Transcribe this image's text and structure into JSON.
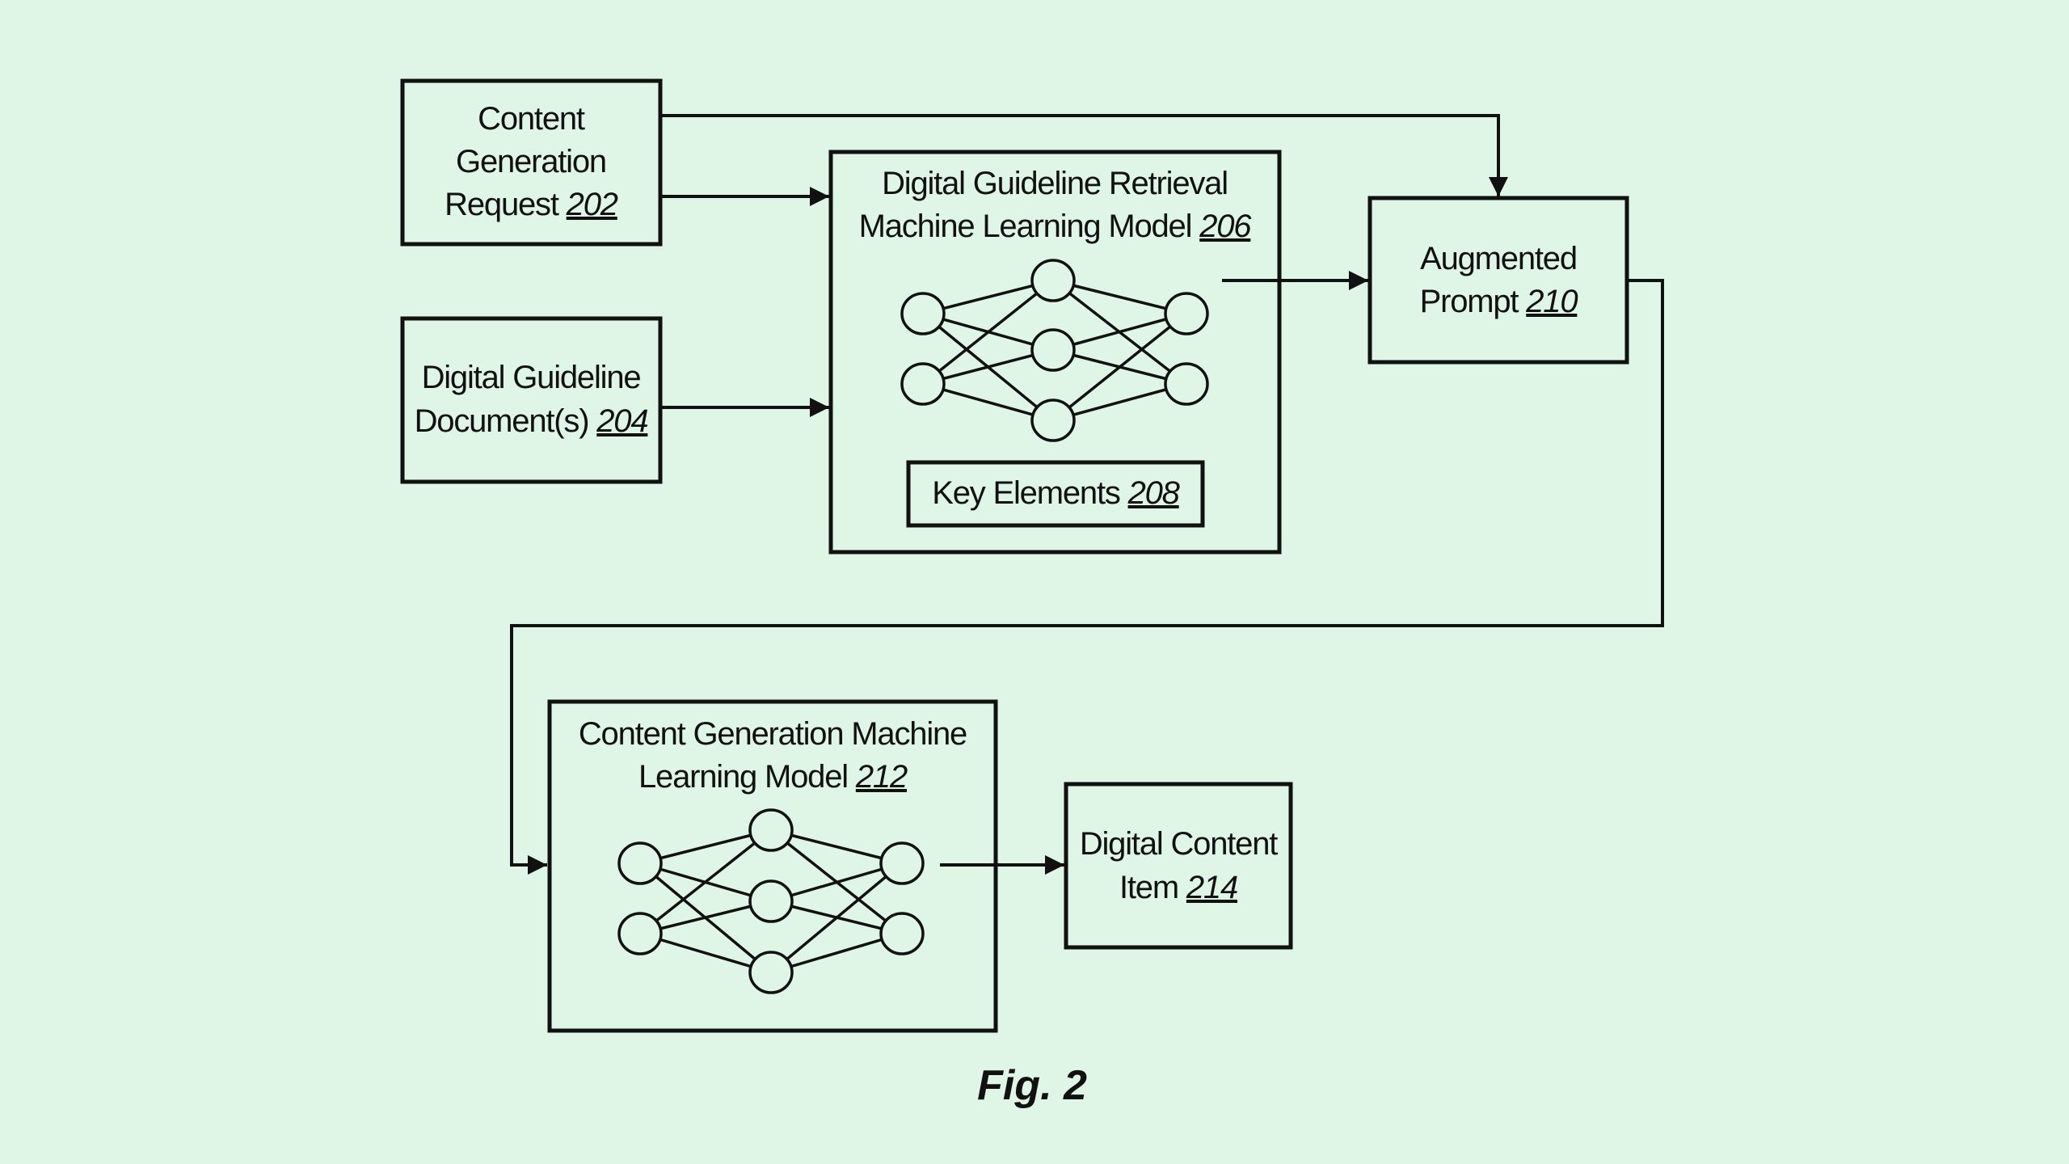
{
  "figure_label": "Fig. 2",
  "colors": {
    "background": "#dff5e6",
    "ink": "#111111"
  },
  "boxes": {
    "content_generation_request": {
      "lines": [
        "Content",
        "Generation",
        "Request "
      ],
      "ref": "202"
    },
    "digital_guideline_documents": {
      "lines": [
        "Digital Guideline",
        "Document(s) "
      ],
      "ref": "204"
    },
    "retrieval_model": {
      "lines": [
        "Digital Guideline Retrieval",
        "Machine Learning Model "
      ],
      "ref": "206",
      "icon": "neural-network-icon"
    },
    "key_elements": {
      "lines": [
        "Key Elements "
      ],
      "ref": "208"
    },
    "augmented_prompt": {
      "lines": [
        "Augmented",
        "Prompt "
      ],
      "ref": "210"
    },
    "generation_model": {
      "lines": [
        "Content Generation Machine",
        "Learning Model "
      ],
      "ref": "212",
      "icon": "neural-network-icon"
    },
    "digital_content_item": {
      "lines": [
        "Digital Content",
        "Item "
      ],
      "ref": "214"
    }
  },
  "connections": [
    {
      "from": "202",
      "to": "206"
    },
    {
      "from": "202",
      "to": "210"
    },
    {
      "from": "204",
      "to": "206"
    },
    {
      "from": "206",
      "to": "210"
    },
    {
      "from": "210",
      "to": "212"
    },
    {
      "from": "212",
      "to": "214"
    }
  ]
}
